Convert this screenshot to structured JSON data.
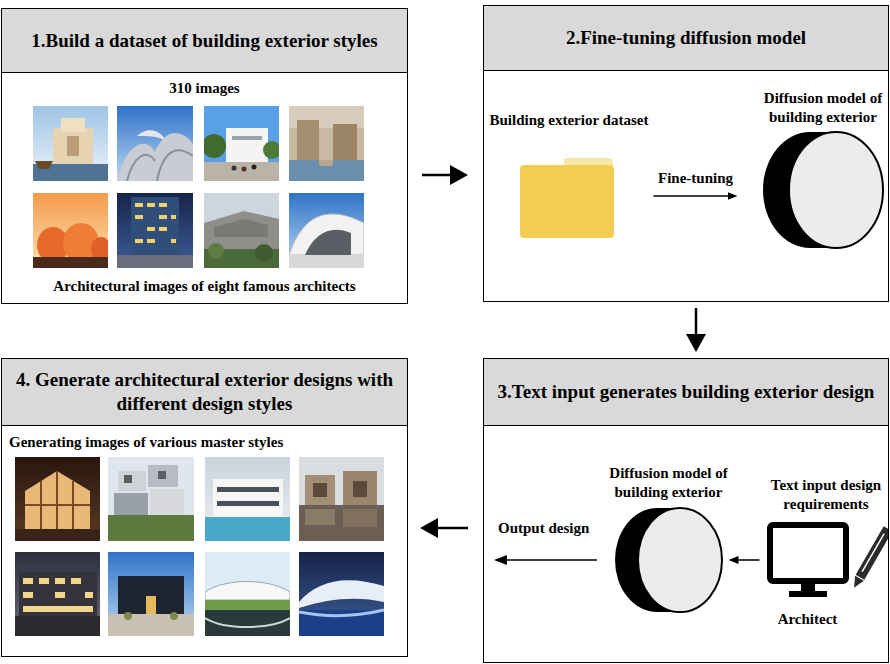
{
  "diagram": {
    "nodes": [
      {
        "text": [
          "1.Build a dataset of building exterior styles",
          "310 images",
          "Architectural images of eight famous architects"
        ]
      },
      {
        "text": [
          "2.Fine-tuning diffusion model"
        ]
      },
      {
        "text": [
          "Building exterior dataset"
        ],
        "in": 1
      },
      {
        "text": [
          "Diffusion model of building exterior"
        ],
        "in": 1
      },
      {
        "text": [
          "3.Text input generates building exterior design"
        ]
      },
      {
        "text": [
          "Diffusion model of building exterior"
        ],
        "in": 4
      },
      {
        "text": [
          "Text input design requirements",
          "Architect"
        ],
        "in": 4
      },
      {
        "text": [
          "4. Generate architectural exterior designs with different design styles",
          "Generating images of various master styles"
        ]
      }
    ],
    "edges": [
      {
        "from": 0,
        "to": 1,
        "arrow": "to"
      },
      {
        "from": 1,
        "to": 4,
        "arrow": "to"
      },
      {
        "from": 2,
        "to": 3,
        "arrow": "to",
        "label": "Fine-tuning"
      },
      {
        "from": 6,
        "to": 5,
        "arrow": "to"
      },
      {
        "from": 4,
        "to": 7,
        "arrow": "to"
      }
    ],
    "labels": [
      "Output design"
    ]
  }
}
